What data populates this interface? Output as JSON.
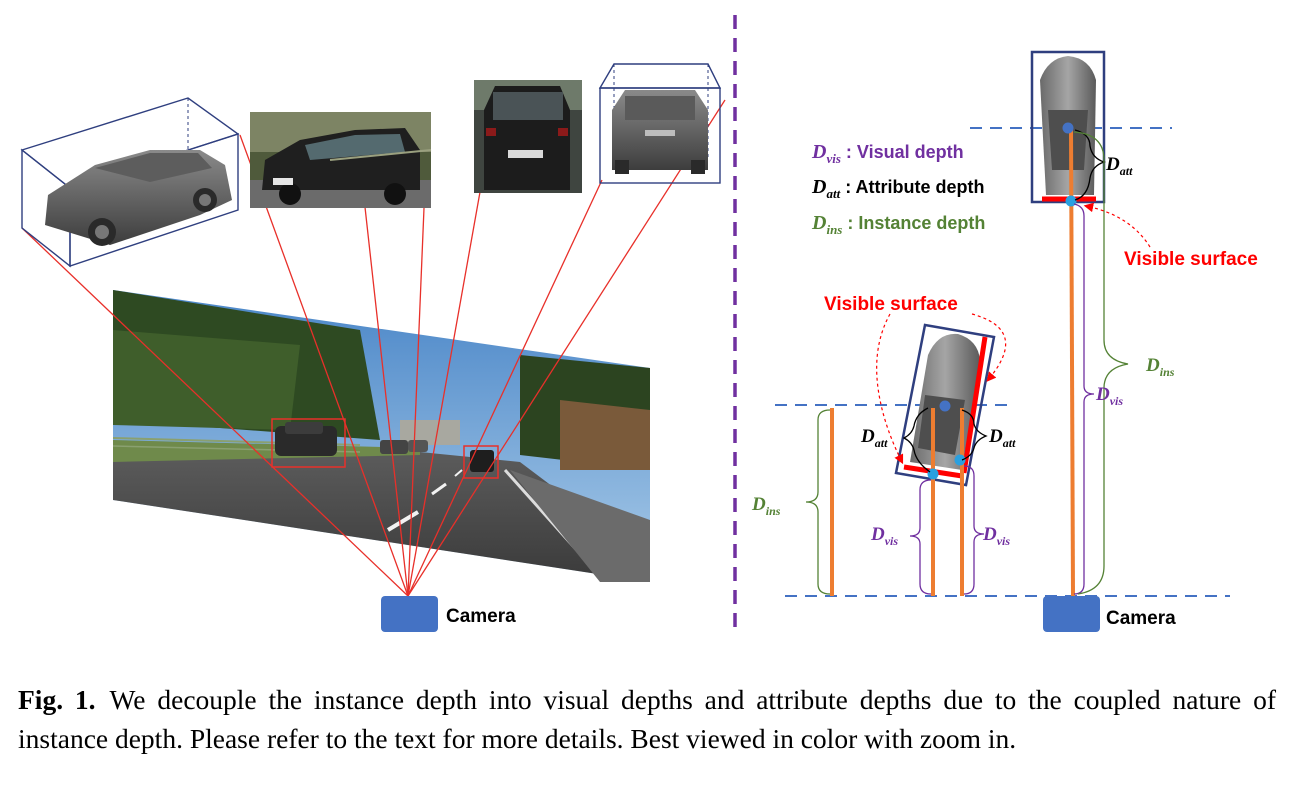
{
  "figure": {
    "left_panel": {
      "camera_label": "Camera"
    },
    "right_panel": {
      "legend": [
        {
          "symbol": "D",
          "subscript": "vis",
          "text": " : Visual depth",
          "color": "#7030a0"
        },
        {
          "symbol": "D",
          "subscript": "att",
          "text": " : Attribute depth",
          "color": "#000000"
        },
        {
          "symbol": "D",
          "subscript": "ins",
          "text": " : Instance depth",
          "color": "#548235"
        }
      ],
      "visible_surface_label": "Visible surface",
      "camera_label": "Camera",
      "symbols": {
        "d": "D",
        "vis": "vis",
        "att": "att",
        "ins": "ins"
      }
    },
    "colors": {
      "projection_lines": "#e8302a",
      "box": "#2f3f7f",
      "camera": "#4472c4",
      "depth_bar": "#ed7d31",
      "dashed": "#4472c4",
      "divider": "#7030a0",
      "visible_surface": "#ff0000",
      "vis": "#7030a0",
      "ins": "#548235",
      "att": "#000000"
    }
  },
  "caption": {
    "label": "Fig. 1.",
    "text": "We decouple the instance depth into visual depths and attribute depths due to the coupled nature of instance depth. Please refer to the text for more details. Best viewed in color with zoom in."
  }
}
